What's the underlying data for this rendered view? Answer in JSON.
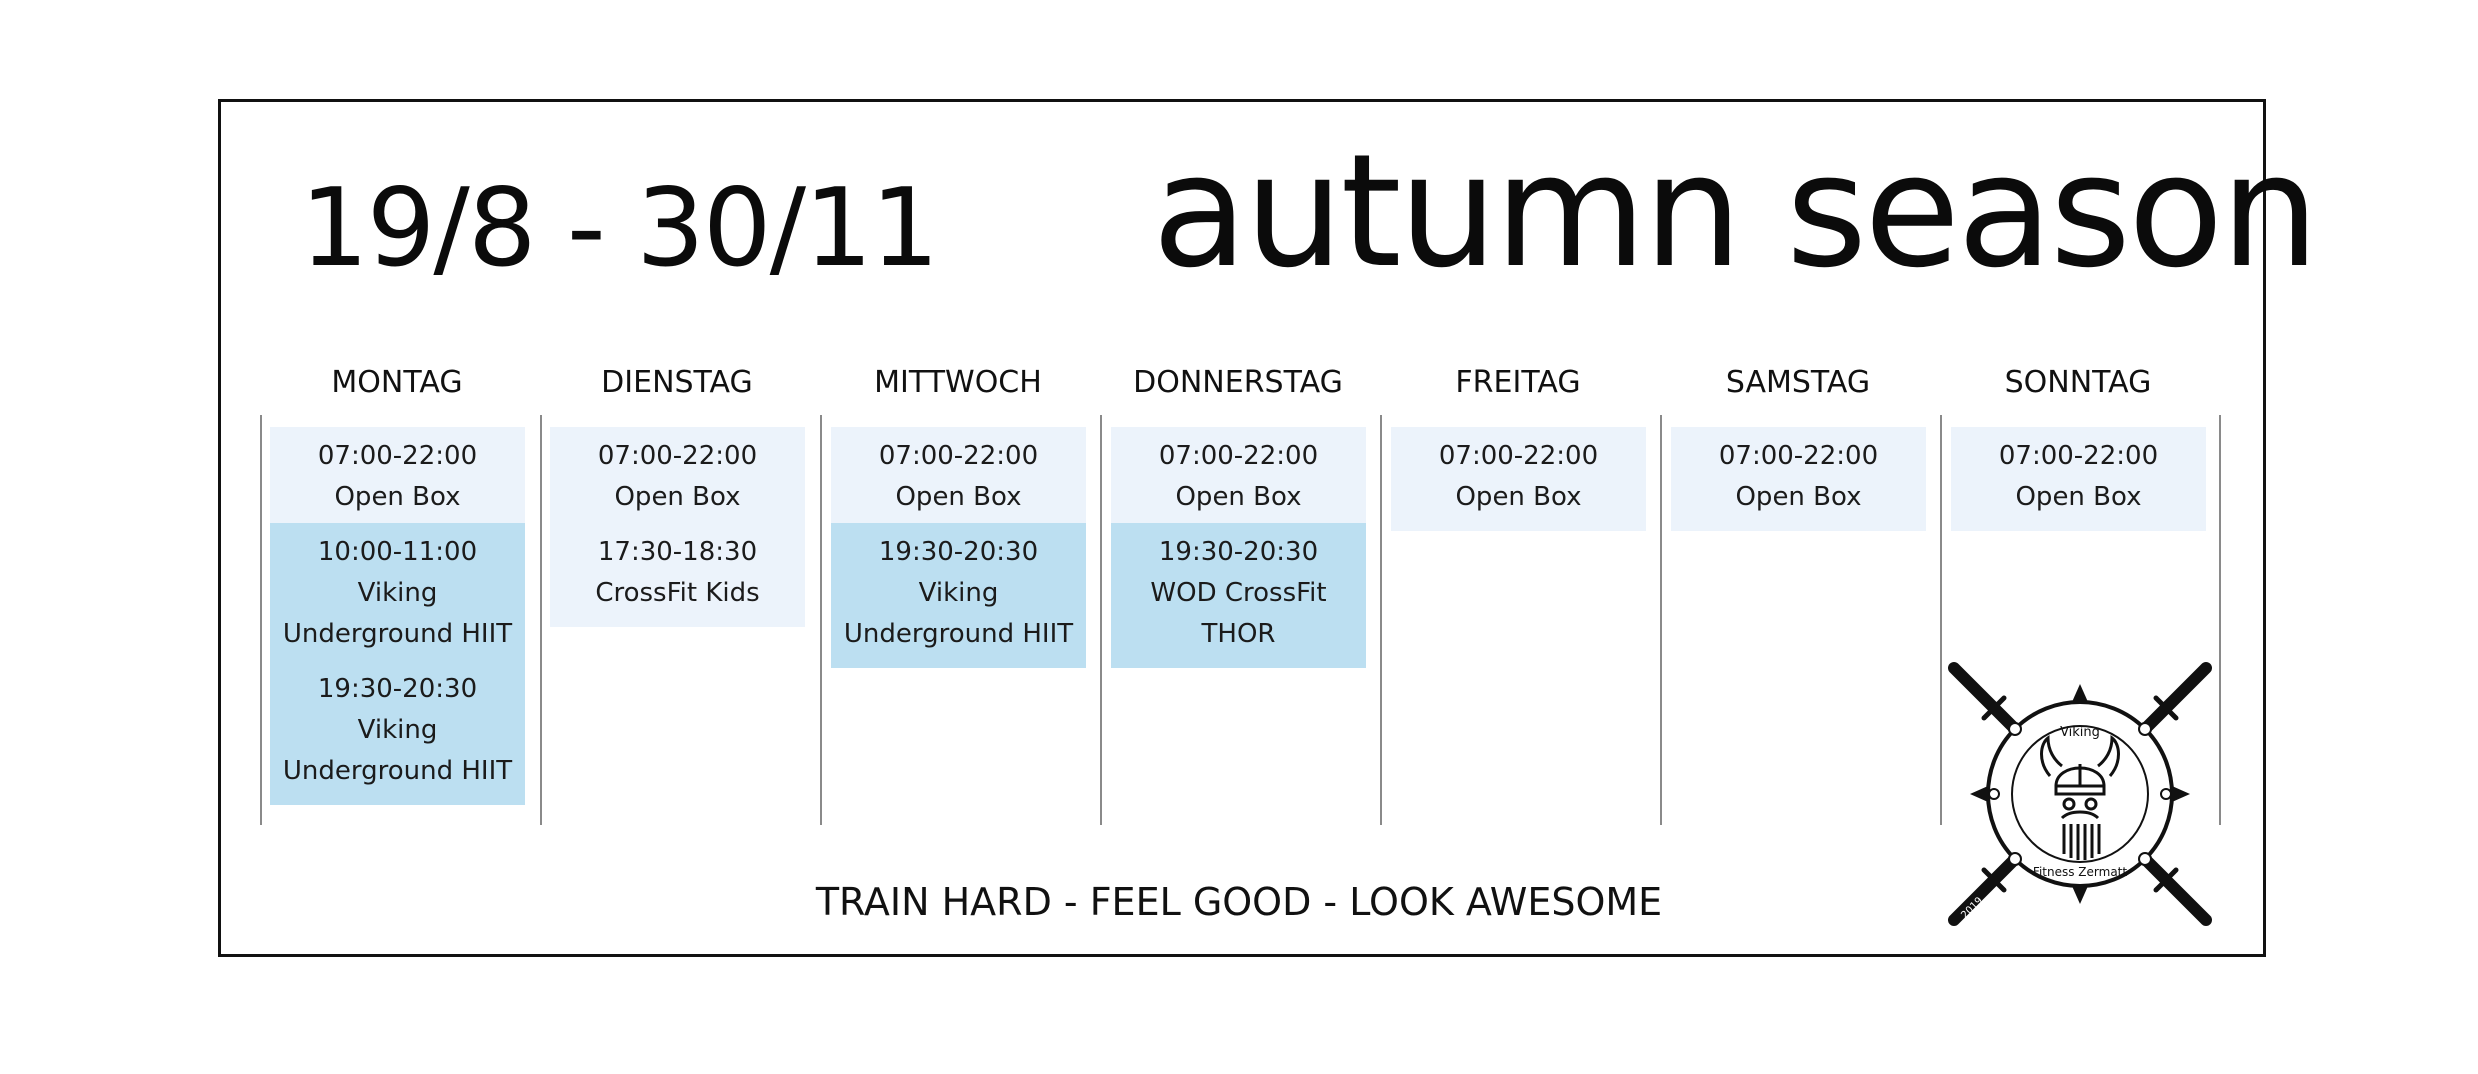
{
  "header": {
    "date_range": "19/8 - 30/11",
    "season_title": "autumn season"
  },
  "days": [
    {
      "name": "MONTAG",
      "slots": [
        {
          "time": "07:00-22:00",
          "title_lines": [
            "Open Box"
          ],
          "style": "light"
        },
        {
          "time": "10:00-11:00",
          "title_lines": [
            "Viking",
            "Underground HIIT"
          ],
          "style": "dark"
        },
        {
          "time": "19:30-20:30",
          "title_lines": [
            "Viking",
            "Underground HIIT"
          ],
          "style": "dark"
        }
      ]
    },
    {
      "name": "DIENSTAG",
      "slots": [
        {
          "time": "07:00-22:00",
          "title_lines": [
            "Open Box"
          ],
          "style": "light"
        },
        {
          "time": "17:30-18:30",
          "title_lines": [
            "CrossFit Kids"
          ],
          "style": "light"
        }
      ]
    },
    {
      "name": "MITTWOCH",
      "slots": [
        {
          "time": "07:00-22:00",
          "title_lines": [
            "Open Box"
          ],
          "style": "light"
        },
        {
          "time": "19:30-20:30",
          "title_lines": [
            "Viking",
            "Underground HIIT"
          ],
          "style": "dark"
        }
      ]
    },
    {
      "name": "DONNERSTAG",
      "slots": [
        {
          "time": "07:00-22:00",
          "title_lines": [
            "Open Box"
          ],
          "style": "light"
        },
        {
          "time": "19:30-20:30",
          "title_lines": [
            "WOD CrossFit",
            "THOR"
          ],
          "style": "dark"
        }
      ]
    },
    {
      "name": "FREITAG",
      "slots": [
        {
          "time": "07:00-22:00",
          "title_lines": [
            "Open Box"
          ],
          "style": "light"
        }
      ]
    },
    {
      "name": "SAMSTAG",
      "slots": [
        {
          "time": "07:00-22:00",
          "title_lines": [
            "Open Box"
          ],
          "style": "light"
        }
      ]
    },
    {
      "name": "SONNTAG",
      "slots": [
        {
          "time": "07:00-22:00",
          "title_lines": [
            "Open Box"
          ],
          "style": "light"
        }
      ]
    }
  ],
  "footer": {
    "tagline": "TRAIN HARD - FEEL GOOD - LOOK AWESOME"
  },
  "logo": {
    "icon": "viking-shield-crossed-swords-icon",
    "ring_text_top": "Viking",
    "ring_text_bottom": "Fitness Zermatt",
    "ring_text_side": "2019"
  },
  "colors": {
    "light_slot": "#ecf3fb",
    "dark_slot": "#bcdff1",
    "text": "#111111"
  }
}
